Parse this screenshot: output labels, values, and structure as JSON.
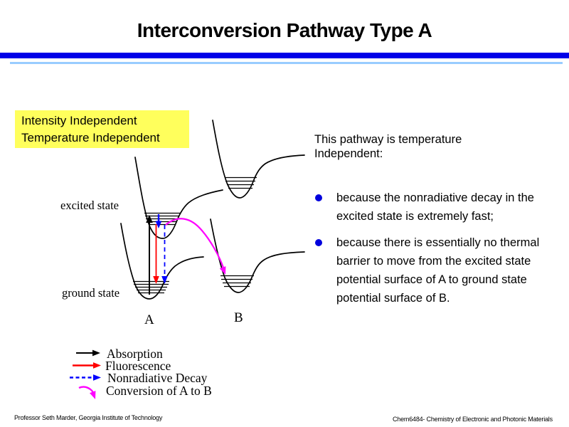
{
  "slide": {
    "title": "Interconversion Pathway Type A",
    "footer_left": "Professor Seth Marder, Georgia Institute of Technology",
    "footer_right": "Chem6484- Chemistry of Electronic and Photonic Materials"
  },
  "highlight_box": {
    "lines": [
      "Intensity Independent",
      "Temperature Independent"
    ]
  },
  "diagram": {
    "excited_state_label": "excited state",
    "ground_state_label": "ground state",
    "well_a_label": "A",
    "well_b_label": "B"
  },
  "explanation": {
    "intro_lines": [
      "This pathway is temperature",
      "Independent:"
    ],
    "bullets": [
      "because the nonradiative decay in the excited state is extremely fast;",
      "because there is essentially no thermal barrier to move from the excited state potential surface of A to ground state potential surface of B."
    ]
  },
  "legend": {
    "items": [
      {
        "label": "Absorption",
        "color": "#000000",
        "line_style": "solid"
      },
      {
        "label": "Fluorescence",
        "color": "#ff0000",
        "line_style": "solid"
      },
      {
        "label": "Nonradiative Decay",
        "color": "#0000ff",
        "line_style": "dashed"
      },
      {
        "label": "Conversion of A to B",
        "color": "#ff00ff",
        "line_style": "curved"
      }
    ]
  },
  "colors": {
    "title_bar": "#0000e8",
    "title_underline": "#99ccff",
    "highlight_bg": "#ffff5c",
    "bullet": "#0000dd",
    "absorption": "#000000",
    "fluorescence": "#ff0000",
    "nonradiative": "#0000ff",
    "conversion": "#ff00ff"
  }
}
